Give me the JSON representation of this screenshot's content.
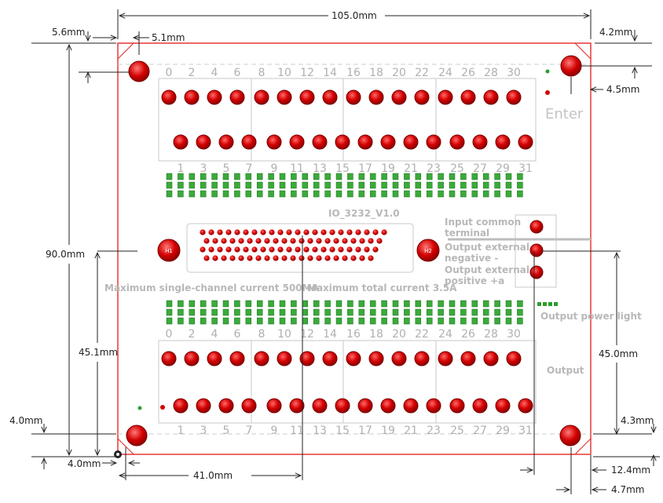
{
  "dimensions": {
    "overall_width": "105.0mm",
    "overall_height": "90.0mm",
    "top_left_margin": "5.6mm",
    "top_left_hole_x": "5.1mm",
    "top_right_margin": "4.2mm",
    "top_right_hole_x": "4.5mm",
    "left_mid_height": "45.1mm",
    "right_mid_height": "45.0mm",
    "bottom_left_margin": "4.0mm",
    "bottom_left_hole_x": "4.0mm",
    "bottom_right_margin": "4.3mm",
    "connector_offset": "41.0mm",
    "bottom_right_a": "12.4mm",
    "bottom_right_b": "4.7mm"
  },
  "board": {
    "name": "IO_3232_V1.0",
    "enter_label": "Enter",
    "output_label": "Output",
    "hole_labels": [
      "H1",
      "H2"
    ],
    "current_note_single": "Maximum single-channel current 500MA",
    "current_note_total": "Maximum total current 3.5A",
    "power_light_label": "Output power light",
    "terminal_labels": [
      "Input common terminal",
      "Output external negative -",
      "Output external positive +a"
    ]
  },
  "pins": {
    "even": [
      "0",
      "2",
      "4",
      "6",
      "8",
      "10",
      "12",
      "14",
      "16",
      "18",
      "20",
      "22",
      "24",
      "26",
      "28",
      "30"
    ],
    "odd": [
      "1",
      "3",
      "5",
      "7",
      "9",
      "11",
      "13",
      "15",
      "17",
      "19",
      "21",
      "23",
      "25",
      "27",
      "29",
      "31"
    ]
  },
  "colors": {
    "board_outline": "#e53935",
    "pad": "#d40000",
    "smd": "#3aaa3a",
    "text_grey": "#b8b8b8"
  }
}
